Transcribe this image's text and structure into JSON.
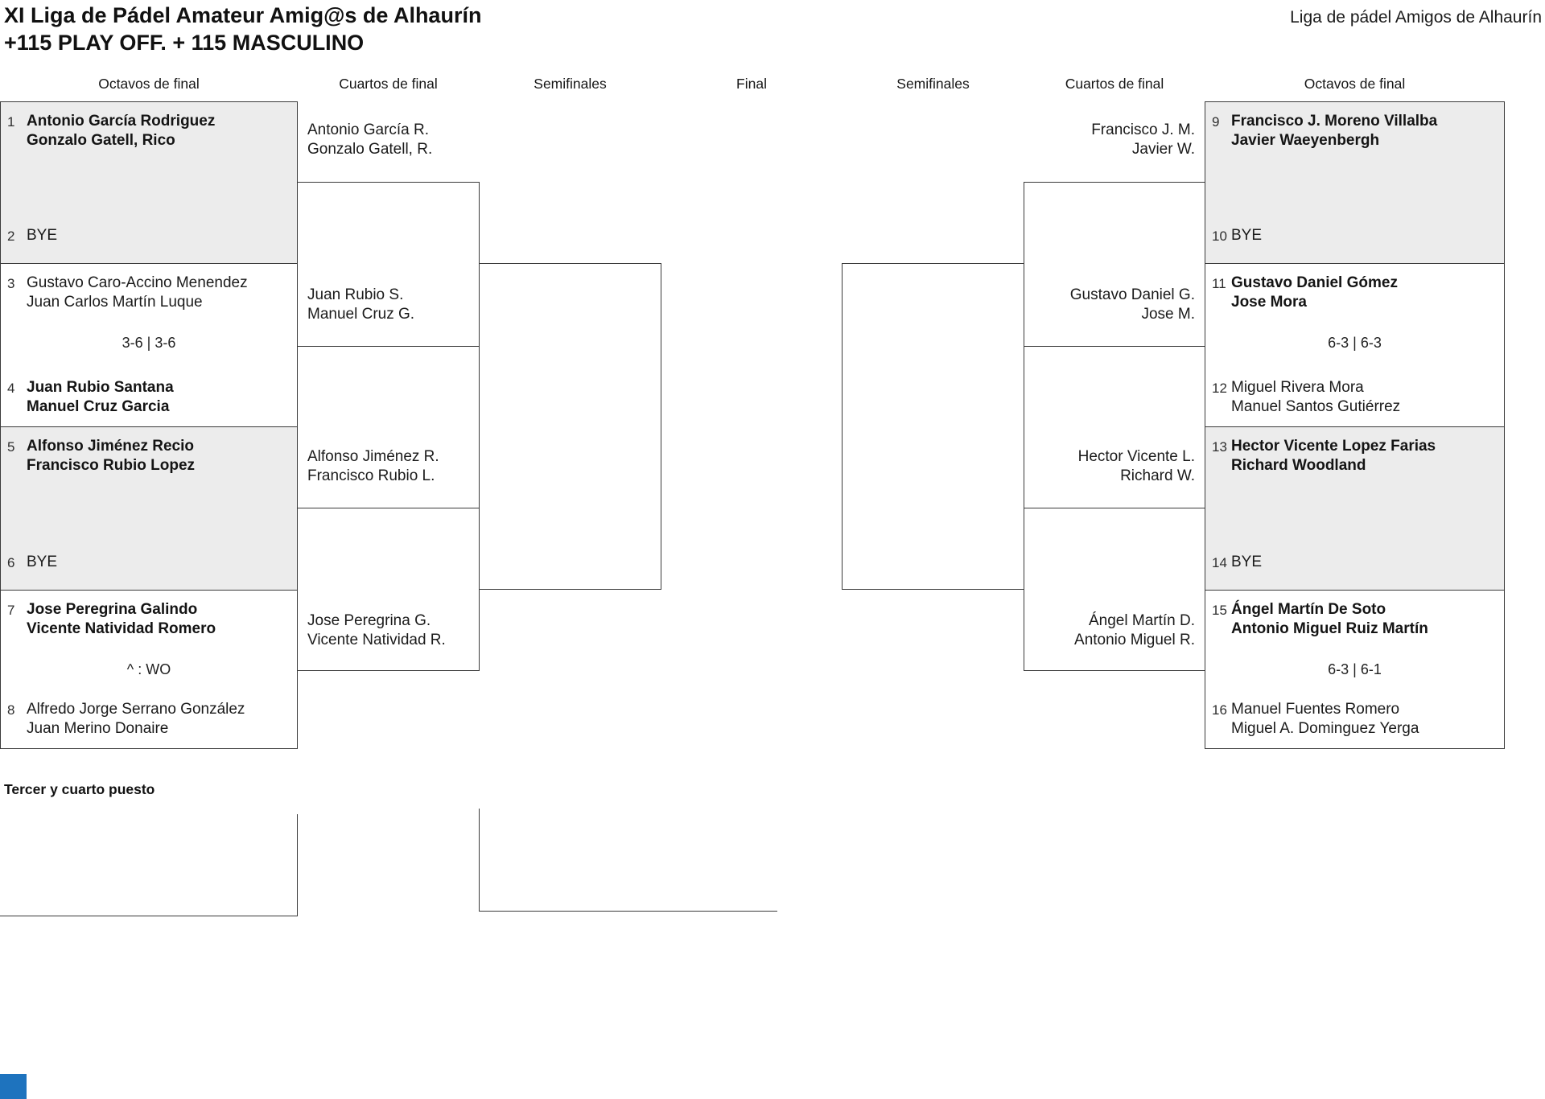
{
  "header": {
    "title_line1": "XI Liga de Pádel Amateur Amig@s de Alhaurín",
    "title_line2": "+115 PLAY OFF. + 115 MASCULINO",
    "org_title": "Liga de pádel Amigos de Alhaurín"
  },
  "columns": [
    "Octavos de final",
    "Cuartos de final",
    "Semifinales",
    "Final",
    "Semifinales",
    "Cuartos de final",
    "Octavos de final"
  ],
  "third_place": {
    "label": "Tercer y cuarto puesto"
  },
  "colors": {
    "accent_blue": "#1e73be",
    "box_alt_fill": "#ececec",
    "line": "#3a3a3a"
  },
  "bracket": {
    "left": {
      "matches": [
        {
          "top": {
            "seed": "1",
            "line1": "Antonio García Rodriguez",
            "line2": "Gonzalo Gatell, Rico"
          },
          "bottom": {
            "seed": "2",
            "line1": "BYE"
          },
          "score": ""
        },
        {
          "top": {
            "seed": "3",
            "line1": "Gustavo Caro-Accino Menendez",
            "line2": "Juan Carlos Martín Luque"
          },
          "bottom": {
            "seed": "4",
            "line1": "Juan Rubio Santana",
            "line2": "Manuel Cruz Garcia"
          },
          "score": "3-6 | 3-6"
        },
        {
          "top": {
            "seed": "5",
            "line1": "Alfonso Jiménez Recio",
            "line2": "Francisco Rubio Lopez"
          },
          "bottom": {
            "seed": "6",
            "line1": "BYE"
          },
          "score": ""
        },
        {
          "top": {
            "seed": "7",
            "line1": "Jose Peregrina Galindo",
            "line2": "Vicente Natividad Romero"
          },
          "bottom": {
            "seed": "8",
            "line1": "Alfredo Jorge Serrano González",
            "line2": "Juan Merino Donaire"
          },
          "score": "^ : WO"
        }
      ],
      "quarterfinals": [
        {
          "line1": "Antonio García R.",
          "line2": "Gonzalo Gatell, R."
        },
        {
          "line1": "Juan Rubio S.",
          "line2": "Manuel Cruz G."
        },
        {
          "line1": "Alfonso Jiménez R.",
          "line2": "Francisco Rubio L."
        },
        {
          "line1": "Jose Peregrina G.",
          "line2": "Vicente Natividad R."
        }
      ]
    },
    "right": {
      "matches": [
        {
          "top": {
            "seed": "9",
            "line1": "Francisco J. Moreno Villalba",
            "line2": "Javier Waeyenbergh"
          },
          "bottom": {
            "seed": "10",
            "line1": "BYE"
          },
          "score": ""
        },
        {
          "top": {
            "seed": "11",
            "line1": "Gustavo Daniel Gómez",
            "line2": "Jose Mora"
          },
          "bottom": {
            "seed": "12",
            "line1": "Miguel Rivera Mora",
            "line2": "Manuel Santos Gutiérrez"
          },
          "score": "6-3 | 6-3"
        },
        {
          "top": {
            "seed": "13",
            "line1": "Hector Vicente Lopez Farias",
            "line2": "Richard Woodland"
          },
          "bottom": {
            "seed": "14",
            "line1": "BYE"
          },
          "score": ""
        },
        {
          "top": {
            "seed": "15",
            "line1": "Ángel Martín De Soto",
            "line2": "Antonio Miguel Ruiz Martín"
          },
          "bottom": {
            "seed": "16",
            "line1": "Manuel Fuentes Romero",
            "line2": "Miguel A. Dominguez Yerga"
          },
          "score": "6-3 | 6-1"
        }
      ],
      "quarterfinals": [
        {
          "line1": "Francisco J. M.",
          "line2": "Javier W."
        },
        {
          "line1": "Gustavo Daniel G.",
          "line2": "Jose M."
        },
        {
          "line1": "Hector Vicente L.",
          "line2": "Richard W."
        },
        {
          "line1": "Ángel Martín D.",
          "line2": "Antonio Miguel R."
        }
      ]
    }
  }
}
